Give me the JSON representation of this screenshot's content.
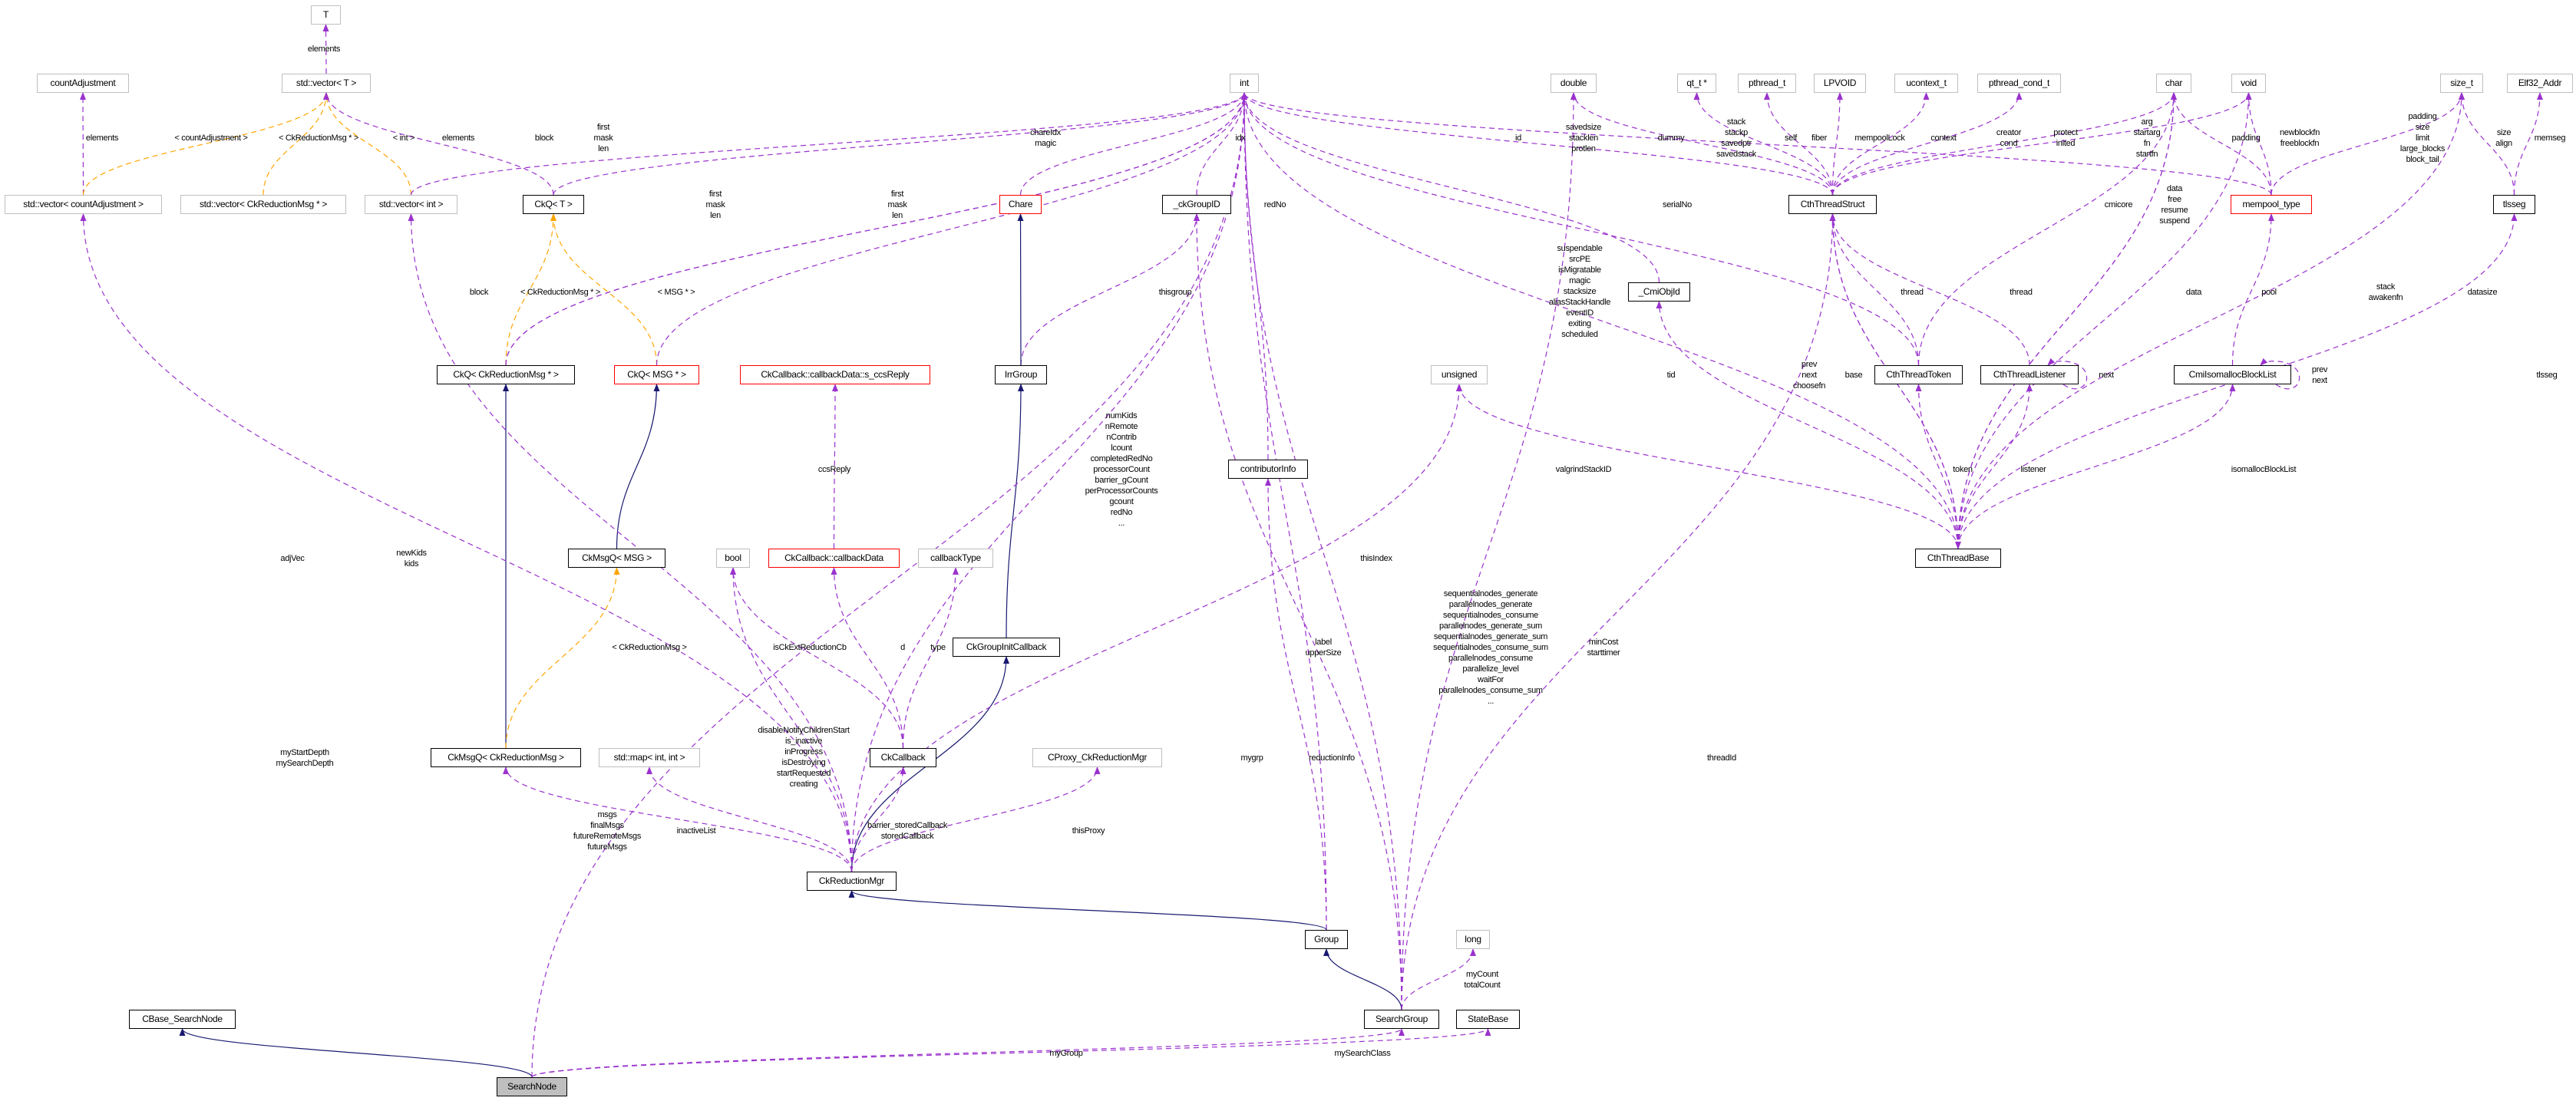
{
  "title": "SearchNode collaboration diagram",
  "colors": {
    "member": "#9a32cd",
    "template": "#ffa500",
    "inherit": "#191970",
    "red_border": "#ff0000",
    "ext_border": "#bfbfbf",
    "focus_fill": "#bfbfbf"
  },
  "nodes": [
    {
      "id": "T",
      "label": "T",
      "style": "ext"
    },
    {
      "id": "countAdj",
      "label": "countAdjustment",
      "style": "ext"
    },
    {
      "id": "vecT",
      "label": "std::vector< T >",
      "style": "ext"
    },
    {
      "id": "int",
      "label": "int",
      "style": "ext"
    },
    {
      "id": "double",
      "label": "double",
      "style": "ext"
    },
    {
      "id": "qt",
      "label": "qt_t *",
      "style": "ext"
    },
    {
      "id": "pthread_t",
      "label": "pthread_t",
      "style": "ext"
    },
    {
      "id": "LPVOID",
      "label": "LPVOID",
      "style": "ext"
    },
    {
      "id": "ucontext",
      "label": "ucontext_t",
      "style": "ext"
    },
    {
      "id": "pthread_cond",
      "label": "pthread_cond_t",
      "style": "ext"
    },
    {
      "id": "char",
      "label": "char",
      "style": "ext"
    },
    {
      "id": "void",
      "label": "void",
      "style": "ext"
    },
    {
      "id": "size_t",
      "label": "size_t",
      "style": "ext"
    },
    {
      "id": "elf",
      "label": "Elf32_Addr",
      "style": "ext"
    },
    {
      "id": "vecCA",
      "label": "std::vector< countAdjustment >",
      "style": "ext"
    },
    {
      "id": "vecCRM",
      "label": "std::vector< CkReductionMsg * >",
      "style": "ext"
    },
    {
      "id": "vecInt",
      "label": "std::vector< int >",
      "style": "ext"
    },
    {
      "id": "CkQT",
      "label": "CkQ< T >",
      "style": "normal"
    },
    {
      "id": "Chare",
      "label": "Chare",
      "style": "red"
    },
    {
      "id": "ckGroupID",
      "label": "_ckGroupID",
      "style": "normal"
    },
    {
      "id": "CthThreadStruct",
      "label": "CthThreadStruct",
      "style": "normal"
    },
    {
      "id": "mempool",
      "label": "mempool_type",
      "style": "red"
    },
    {
      "id": "tlsseg",
      "label": "tlsseg",
      "style": "normal"
    },
    {
      "id": "CmiObjId",
      "label": "_CmiObjId",
      "style": "normal"
    },
    {
      "id": "CkQCRM",
      "label": "CkQ< CkReductionMsg * >",
      "style": "normal"
    },
    {
      "id": "CkQMSG",
      "label": "CkQ< MSG * >",
      "style": "red"
    },
    {
      "id": "ccsReply",
      "label": "CkCallback::callbackData::s_ccsReply",
      "style": "red"
    },
    {
      "id": "IrrGroup",
      "label": "IrrGroup",
      "style": "normal"
    },
    {
      "id": "unsigned",
      "label": "unsigned",
      "style": "ext"
    },
    {
      "id": "CthThreadToken",
      "label": "CthThreadToken",
      "style": "normal"
    },
    {
      "id": "CthThreadListener",
      "label": "CthThreadListener",
      "style": "normal"
    },
    {
      "id": "CmiIsomalloc",
      "label": "CmiIsomallocBlockList",
      "style": "normal"
    },
    {
      "id": "contributorInfo",
      "label": "contributorInfo",
      "style": "normal"
    },
    {
      "id": "CkMsgQMSG",
      "label": "CkMsgQ< MSG >",
      "style": "normal"
    },
    {
      "id": "bool",
      "label": "bool",
      "style": "ext"
    },
    {
      "id": "cbData",
      "label": "CkCallback::callbackData",
      "style": "red"
    },
    {
      "id": "cbType",
      "label": "callbackType",
      "style": "ext"
    },
    {
      "id": "CthThreadBase",
      "label": "CthThreadBase",
      "style": "normal"
    },
    {
      "id": "GroupInitCb",
      "label": "CkGroupInitCallback",
      "style": "normal"
    },
    {
      "id": "CkMsgQCRM",
      "label": "CkMsgQ< CkReductionMsg >",
      "style": "normal"
    },
    {
      "id": "stdmap",
      "label": "std::map< int, int >",
      "style": "ext"
    },
    {
      "id": "CkCallback",
      "label": "CkCallback",
      "style": "normal"
    },
    {
      "id": "CProxy",
      "label": "CProxy_CkReductionMgr",
      "style": "ext"
    },
    {
      "id": "CkRMgr",
      "label": "CkReductionMgr",
      "style": "normal"
    },
    {
      "id": "Group",
      "label": "Group",
      "style": "normal"
    },
    {
      "id": "long",
      "label": "long",
      "style": "ext"
    },
    {
      "id": "SearchGroup",
      "label": "SearchGroup",
      "style": "normal"
    },
    {
      "id": "StateBase",
      "label": "StateBase",
      "style": "normal"
    },
    {
      "id": "CBase",
      "label": "CBase_SearchNode",
      "style": "normal"
    },
    {
      "id": "SearchNode",
      "label": "SearchNode",
      "style": "focus"
    }
  ],
  "edges": [
    {
      "from": "vecT",
      "to": "T",
      "kind": "member",
      "labels": [
        "elements"
      ]
    },
    {
      "from": "vecCA",
      "to": "countAdj",
      "kind": "member",
      "labels": [
        "elements"
      ]
    },
    {
      "from": "vecCA",
      "to": "vecT",
      "kind": "template",
      "labels": [
        "< countAdjustment >"
      ]
    },
    {
      "from": "vecCRM",
      "to": "vecT",
      "kind": "template",
      "labels": [
        "< CkReductionMsg * >"
      ]
    },
    {
      "from": "vecInt",
      "to": "vecT",
      "kind": "template",
      "labels": [
        "< int >"
      ]
    },
    {
      "from": "vecInt",
      "to": "int",
      "kind": "member",
      "labels": [
        "elements"
      ]
    },
    {
      "from": "CkQT",
      "to": "vecT",
      "kind": "member",
      "labels": [
        "block"
      ]
    },
    {
      "from": "CkQT",
      "to": "int",
      "kind": "member",
      "labels": [
        "first",
        "mask",
        "len"
      ]
    },
    {
      "from": "CkQCRM",
      "to": "CkQT",
      "kind": "template",
      "labels": [
        "< CkReductionMsg * >"
      ]
    },
    {
      "from": "CkQMSG",
      "to": "CkQT",
      "kind": "template",
      "labels": [
        "< MSG * >"
      ]
    },
    {
      "from": "CkQCRM",
      "to": "int",
      "kind": "member",
      "labels": [
        "block"
      ]
    },
    {
      "from": "CkQCRM",
      "to": "int",
      "kind": "member",
      "labels": [
        "first",
        "mask",
        "len"
      ]
    },
    {
      "from": "CkQMSG",
      "to": "int",
      "kind": "member",
      "labels": [
        "first",
        "mask",
        "len"
      ]
    },
    {
      "from": "Chare",
      "to": "int",
      "kind": "member",
      "labels": [
        "chareIdx",
        "magic"
      ]
    },
    {
      "from": "ckGroupID",
      "to": "int",
      "kind": "member",
      "labels": [
        "idx"
      ]
    },
    {
      "from": "IrrGroup",
      "to": "ckGroupID",
      "kind": "member",
      "labels": [
        "thisgroup"
      ]
    },
    {
      "from": "IrrGroup",
      "to": "Chare",
      "kind": "inherit",
      "labels": []
    },
    {
      "from": "cbData",
      "to": "ccsReply",
      "kind": "member",
      "labels": [
        "ccsReply"
      ]
    },
    {
      "from": "GroupInitCb",
      "to": "IrrGroup",
      "kind": "inherit",
      "labels": []
    },
    {
      "from": "CkRMgr",
      "to": "int",
      "kind": "member",
      "labels": [
        "numKids",
        "nRemote",
        "nContrib",
        "lcount",
        "completedRedNo",
        "processorCount",
        "barrier_gCount",
        "perProcessorCounts",
        "gcount",
        "redNo",
        "..."
      ]
    },
    {
      "from": "contributorInfo",
      "to": "int",
      "kind": "member",
      "labels": [
        "redNo"
      ]
    },
    {
      "from": "CkMsgQMSG",
      "to": "CkQMSG",
      "kind": "inherit",
      "labels": []
    },
    {
      "from": "CkMsgQCRM",
      "to": "CkQCRM",
      "kind": "inherit",
      "labels": []
    },
    {
      "from": "CkMsgQCRM",
      "to": "CkMsgQMSG",
      "kind": "template",
      "labels": [
        "< CkReductionMsg >"
      ]
    },
    {
      "from": "CkRMgr",
      "to": "vecCA",
      "kind": "member",
      "labels": [
        "adjVec"
      ]
    },
    {
      "from": "CkRMgr",
      "to": "vecInt",
      "kind": "member",
      "labels": [
        "newKids",
        "kids"
      ]
    },
    {
      "from": "CkRMgr",
      "to": "CkMsgQCRM",
      "kind": "member",
      "labels": [
        "msgs",
        "finalMsgs",
        "futureRemoteMsgs",
        "futureMsgs"
      ]
    },
    {
      "from": "CkRMgr",
      "to": "stdmap",
      "kind": "member",
      "labels": [
        "inactiveList"
      ]
    },
    {
      "from": "CkRMgr",
      "to": "bool",
      "kind": "member",
      "labels": [
        "disableNotifyChildrenStart",
        "is_inactive",
        "inProgress",
        "isDestroying",
        "startRequested",
        "creating"
      ]
    },
    {
      "from": "CkCallback",
      "to": "bool",
      "kind": "member",
      "labels": [
        "isCkExtReductionCb"
      ]
    },
    {
      "from": "CkCallback",
      "to": "cbData",
      "kind": "member",
      "labels": [
        "d"
      ]
    },
    {
      "from": "CkCallback",
      "to": "cbType",
      "kind": "member",
      "labels": [
        "type"
      ]
    },
    {
      "from": "CkRMgr",
      "to": "CkCallback",
      "kind": "member",
      "labels": [
        "barrier_storedCallback",
        "storedCallback"
      ]
    },
    {
      "from": "CkRMgr",
      "to": "CProxy",
      "kind": "member",
      "labels": [
        "thisProxy"
      ]
    },
    {
      "from": "CkRMgr",
      "to": "GroupInitCb",
      "kind": "inherit",
      "labels": []
    },
    {
      "from": "CkRMgr",
      "to": "unsigned",
      "kind": "member",
      "labels": [
        "label",
        "upperSize"
      ]
    },
    {
      "from": "SearchGroup",
      "to": "ckGroupID",
      "kind": "member",
      "labels": [
        "mygrp"
      ]
    },
    {
      "from": "Group",
      "to": "contributorInfo",
      "kind": "member",
      "labels": [
        "reductionInfo"
      ]
    },
    {
      "from": "Group",
      "to": "int",
      "kind": "member",
      "labels": [
        "thisIndex"
      ]
    },
    {
      "from": "SearchGroup",
      "to": "int",
      "kind": "member",
      "labels": [
        "sequentialnodes_generate",
        "parallelnodes_generate",
        "sequentialnodes_consume",
        "parallelnodes_generate_sum",
        "sequentialnodes_generate_sum",
        "sequentialnodes_consume_sum",
        "parallelnodes_consume",
        "parallelize_level",
        "waitFor",
        "parallelnodes_consume_sum",
        "..."
      ]
    },
    {
      "from": "SearchGroup",
      "to": "long",
      "kind": "member",
      "labels": [
        "myCount",
        "totalCount"
      ]
    },
    {
      "from": "SearchGroup",
      "to": "double",
      "kind": "member",
      "labels": [
        "minCost",
        "starttimer"
      ]
    },
    {
      "from": "SearchNode",
      "to": "SearchGroup",
      "kind": "member",
      "labels": [
        "myGroup"
      ]
    },
    {
      "from": "SearchNode",
      "to": "StateBase",
      "kind": "member",
      "labels": [
        "mySearchClass"
      ]
    },
    {
      "from": "SearchNode",
      "to": "CBase",
      "kind": "inherit",
      "labels": []
    },
    {
      "from": "SearchNode",
      "to": "int",
      "kind": "member",
      "labels": [
        "myStartDepth",
        "mySearchDepth"
      ]
    },
    {
      "from": "SearchGroup",
      "to": "Group",
      "kind": "inherit",
      "labels": []
    },
    {
      "from": "Group",
      "to": "CkRMgr",
      "kind": "inherit",
      "labels": []
    },
    {
      "from": "SearchGroup",
      "to": "CthThreadStruct",
      "kind": "member",
      "labels": [
        "threadId"
      ]
    },
    {
      "from": "CthThreadBase",
      "to": "int",
      "kind": "member",
      "labels": [
        "suspendable",
        "srcPE",
        "isMigratable",
        "magic",
        "stacksize",
        "aliasStackHandle",
        "eventID",
        "exiting",
        "scheduled"
      ]
    },
    {
      "from": "CmiObjId",
      "to": "int",
      "kind": "member",
      "labels": [
        "id"
      ]
    },
    {
      "from": "CthThreadStruct",
      "to": "double",
      "kind": "member",
      "labels": [
        "savedsize",
        "stacklen",
        "protlen"
      ]
    },
    {
      "from": "CthThreadStruct",
      "to": "int",
      "kind": "member",
      "labels": [
        "dummy"
      ]
    },
    {
      "from": "CthThreadToken",
      "to": "int",
      "kind": "member",
      "labels": [
        "serialNo"
      ]
    },
    {
      "from": "CthThreadStruct",
      "to": "qt",
      "kind": "member",
      "labels": [
        "stack",
        "stackp",
        "savedptr",
        "savedstack"
      ]
    },
    {
      "from": "CthThreadStruct",
      "to": "pthread_t",
      "kind": "member",
      "labels": [
        "self"
      ]
    },
    {
      "from": "CthThreadStruct",
      "to": "LPVOID",
      "kind": "member",
      "labels": [
        "fiber"
      ]
    },
    {
      "from": "mempool",
      "to": "int",
      "kind": "member",
      "labels": [
        "mempoolLock"
      ]
    },
    {
      "from": "CthThreadStruct",
      "to": "ucontext",
      "kind": "member",
      "labels": [
        "context"
      ]
    },
    {
      "from": "CthThreadStruct",
      "to": "pthread_cond",
      "kind": "member",
      "labels": [
        "creator",
        "cond"
      ]
    },
    {
      "from": "CthThreadStruct",
      "to": "char",
      "kind": "member",
      "labels": [
        "protect",
        "inited"
      ]
    },
    {
      "from": "CthThreadStruct",
      "to": "void",
      "kind": "member",
      "labels": [
        "arg",
        "startarg",
        "fn",
        "startfn"
      ]
    },
    {
      "from": "CthThreadToken",
      "to": "char",
      "kind": "member",
      "labels": [
        "cmicore"
      ]
    },
    {
      "from": "CthThreadBase",
      "to": "char",
      "kind": "member",
      "labels": [
        "data",
        "free",
        "resume",
        "suspend"
      ]
    },
    {
      "from": "mempool",
      "to": "char",
      "kind": "member",
      "labels": [
        "padding"
      ]
    },
    {
      "from": "mempool",
      "to": "void",
      "kind": "member",
      "labels": [
        "newblockfn",
        "freeblockfn"
      ]
    },
    {
      "from": "mempool",
      "to": "size_t",
      "kind": "member",
      "labels": [
        "padding",
        "size",
        "limit",
        "large_blocks",
        "block_tail"
      ]
    },
    {
      "from": "tlsseg",
      "to": "size_t",
      "kind": "member",
      "labels": [
        "size",
        "align"
      ]
    },
    {
      "from": "tlsseg",
      "to": "elf",
      "kind": "member",
      "labels": [
        "memseg"
      ]
    },
    {
      "from": "CthThreadBase",
      "to": "CthThreadStruct",
      "kind": "member",
      "labels": [
        "prev",
        "next",
        "choosefn"
      ]
    },
    {
      "from": "CthThreadStruct",
      "to": "CthThreadBase",
      "kind": "member",
      "labels": [
        "base"
      ]
    },
    {
      "from": "CthThreadToken",
      "to": "CthThreadStruct",
      "kind": "member",
      "labels": [
        "thread"
      ]
    },
    {
      "from": "CthThreadListener",
      "to": "CthThreadStruct",
      "kind": "member",
      "labels": [
        "thread"
      ]
    },
    {
      "from": "CthThreadListener",
      "to": "CthThreadListener",
      "kind": "member",
      "labels": [
        "next"
      ]
    },
    {
      "from": "CmiIsomalloc",
      "to": "CmiIsomalloc",
      "kind": "member",
      "labels": [
        "prev",
        "next"
      ]
    },
    {
      "from": "CthThreadBase",
      "to": "char",
      "kind": "member",
      "labels": [
        "data"
      ]
    },
    {
      "from": "CmiIsomalloc",
      "to": "mempool",
      "kind": "member",
      "labels": [
        "pool"
      ]
    },
    {
      "from": "CthThreadBase",
      "to": "void",
      "kind": "member",
      "labels": [
        "stack",
        "awakenfn"
      ]
    },
    {
      "from": "CthThreadBase",
      "to": "size_t",
      "kind": "member",
      "labels": [
        "datasize"
      ]
    },
    {
      "from": "CthThreadBase",
      "to": "tlsseg",
      "kind": "member",
      "labels": [
        "tlsseg"
      ]
    },
    {
      "from": "CthThreadBase",
      "to": "CthThreadToken",
      "kind": "member",
      "labels": [
        "token"
      ]
    },
    {
      "from": "CthThreadBase",
      "to": "CthThreadListener",
      "kind": "member",
      "labels": [
        "listener"
      ]
    },
    {
      "from": "CthThreadBase",
      "to": "CmiIsomalloc",
      "kind": "member",
      "labels": [
        "isomallocBlockList"
      ]
    },
    {
      "from": "CthThreadBase",
      "to": "CmiObjId",
      "kind": "member",
      "labels": [
        "tid"
      ]
    },
    {
      "from": "CthThreadBase",
      "to": "unsigned",
      "kind": "member",
      "labels": [
        "valgrindStackID"
      ]
    }
  ]
}
